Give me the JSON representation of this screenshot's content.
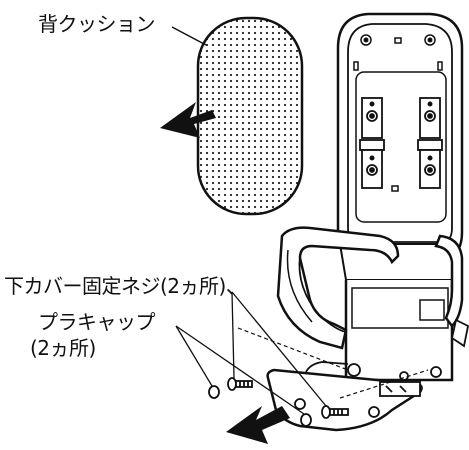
{
  "labels": {
    "back_cushion": "背クッション",
    "lower_cover_screw": "下カバー固定ネジ(2ヵ所)、",
    "plastic_cap": "プラキャップ",
    "plastic_cap_count": "(2ヵ所)"
  },
  "colors": {
    "line": "#111111",
    "fill": "#ffffff",
    "dots": "#222222"
  },
  "icons": {
    "arrow": "removal-arrow-icon"
  }
}
